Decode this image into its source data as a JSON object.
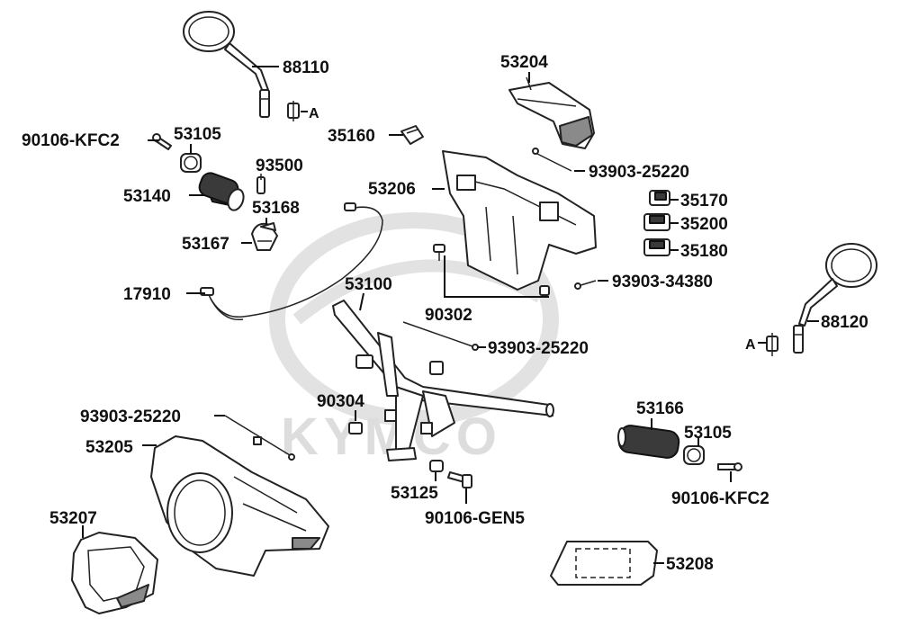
{
  "watermark": {
    "brand": "KYMCO"
  },
  "labels": {
    "p88110": "88110",
    "p90106_kfc2_left": "90106-KFC2",
    "p53105_left": "53105",
    "p53140": "53140",
    "p93500": "93500",
    "p53168": "53168",
    "p53167": "53167",
    "p17910": "17910",
    "ref_a_left": "A",
    "p35160": "35160",
    "p53204": "53204",
    "p93903_25220_top": "93903-25220",
    "p53206": "53206",
    "p35170": "35170",
    "p35200": "35200",
    "p35180": "35180",
    "p93903_34380": "93903-34380",
    "p53100": "53100",
    "p90302": "90302",
    "p93903_25220_mid": "93903-25220",
    "p88120": "88120",
    "ref_a_right": "A",
    "p90304": "90304",
    "p93903_25220_left": "93903-25220",
    "p53205": "53205",
    "p53166": "53166",
    "p53105_right": "53105",
    "p90106_kfc2_right": "90106-KFC2",
    "p53125": "53125",
    "p90106_gen5": "90106-GEN5",
    "p53207": "53207",
    "p53208": "53208"
  }
}
